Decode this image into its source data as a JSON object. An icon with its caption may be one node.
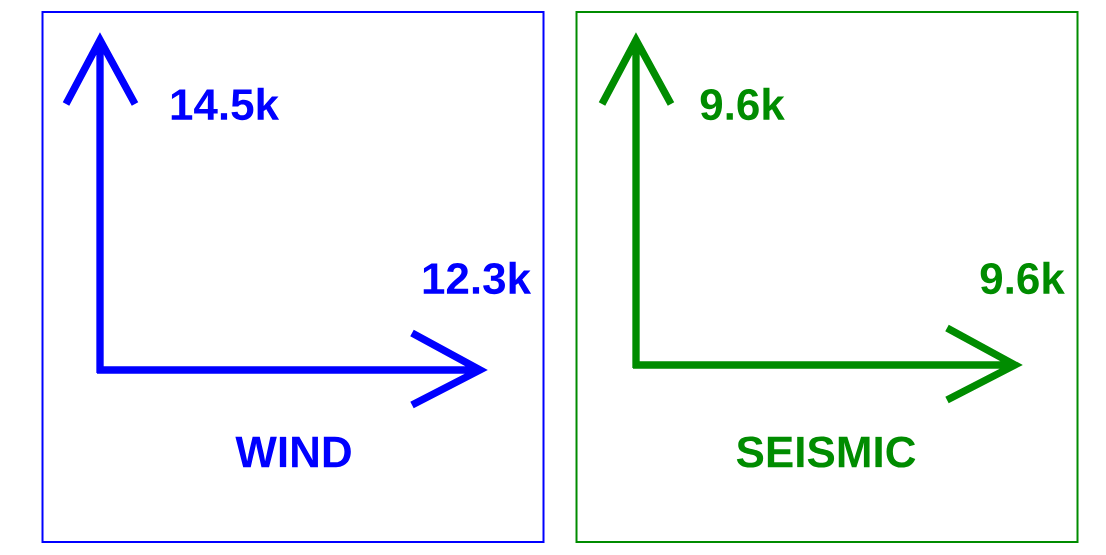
{
  "diagram": {
    "nodes": [
      {
        "text": [
          "14.5k",
          "12.3k",
          "WIND"
        ]
      },
      {
        "text": [
          "9.6k",
          "9.6k",
          "SEISMIC"
        ]
      }
    ]
  }
}
